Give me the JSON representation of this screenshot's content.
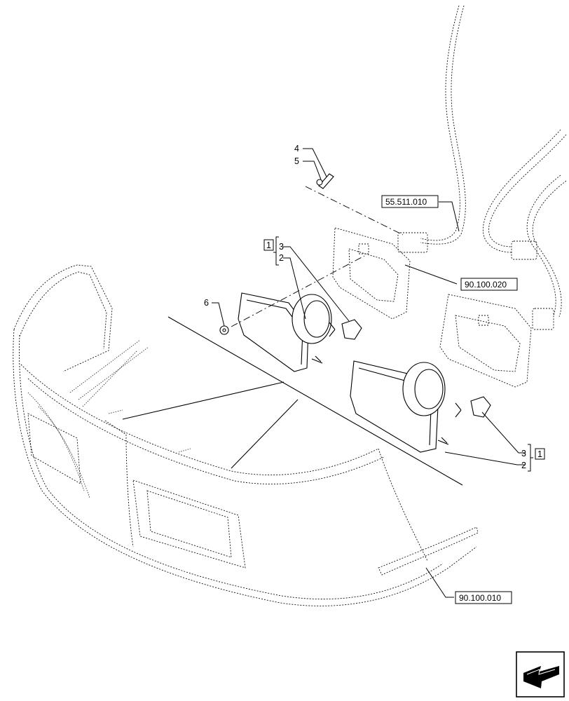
{
  "callouts": {
    "item_1_top": "1",
    "item_1_bottom": "1",
    "item_2_top": "2",
    "item_2_bottom": "2",
    "item_3_top": "3",
    "item_3_bottom": "3",
    "item_4": "4",
    "item_5": "5",
    "item_6": "6"
  },
  "references": {
    "harness": "55.511.010",
    "plate": "90.100.020",
    "hood": "90.100.010"
  },
  "icons": {
    "orientation": "arrow-orientation-icon"
  }
}
